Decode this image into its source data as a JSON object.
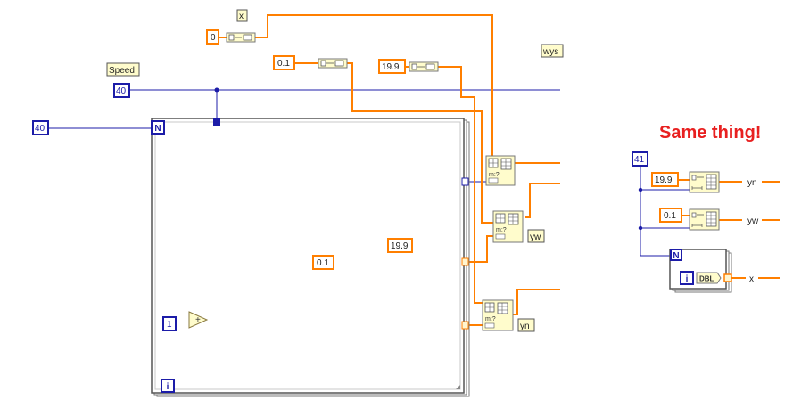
{
  "labels": {
    "x_top": "x",
    "speed": "Speed",
    "wys": "wys",
    "yw": "yw",
    "yn": "yn"
  },
  "constants": {
    "c_0": "0",
    "c_01_top": "0.1",
    "c_199_top": "19.9",
    "c_40_speed": "40",
    "c_40_n": "40",
    "c_199_mid": "19.9",
    "c_01_mid": "0.1",
    "c_1": "1",
    "c_41": "41",
    "c_199_right": "19.9",
    "c_01_right": "0.1"
  },
  "terminals": {
    "n_main": "N",
    "i_main": "i",
    "n_small": "N",
    "i_small": "i",
    "dbl": "DBL",
    "add": "+"
  },
  "outputs": {
    "yn": "yn",
    "yw": "yw",
    "x": "x"
  },
  "annotation": "Same thing!",
  "colors": {
    "orange": "#ff7f00",
    "blue": "#1c1ca8",
    "red": "#e82020",
    "node_fill": "#fffccc"
  }
}
